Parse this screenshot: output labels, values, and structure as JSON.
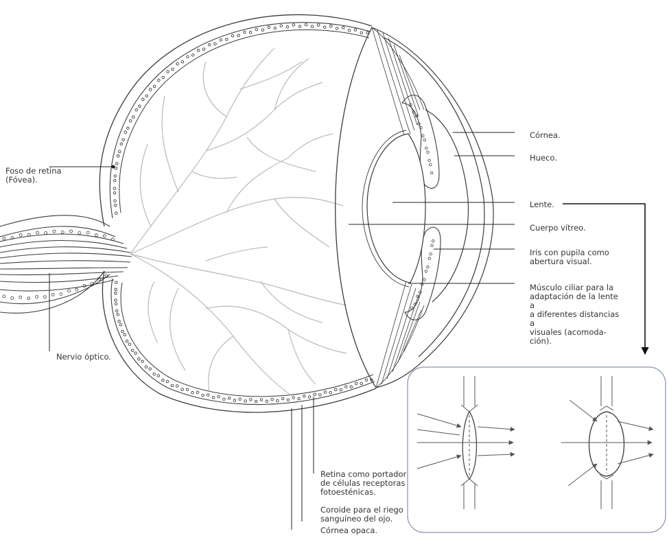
{
  "labels": {
    "cornea": "Córnea.",
    "hueco": "Hueco.",
    "lente": "Lente.",
    "cuerpo_vitreo": "Cuerpo vítreo.",
    "iris": "Iris con pupila como\nabertura visual.",
    "musculo_ciliar": "Músculo ciliar para la\nadaptación de la lente a\na diferentes distancias a\nvisuales (acomoda-\nción).",
    "fovea": "Foso de retina\n(Fóvea).",
    "nervio_optico": "Nervio óptico.",
    "retina": "Retina como portador\nde células receptoras\nfotoesténicas.",
    "coroide": "Coroide para el riego\nsanguíneo del ojo.",
    "cornea_opaca": "Córnea opaca."
  },
  "colors": {
    "line": "#3a3a3a",
    "vessel": "#b9b9b9",
    "inset_border": "#8a93a6"
  }
}
